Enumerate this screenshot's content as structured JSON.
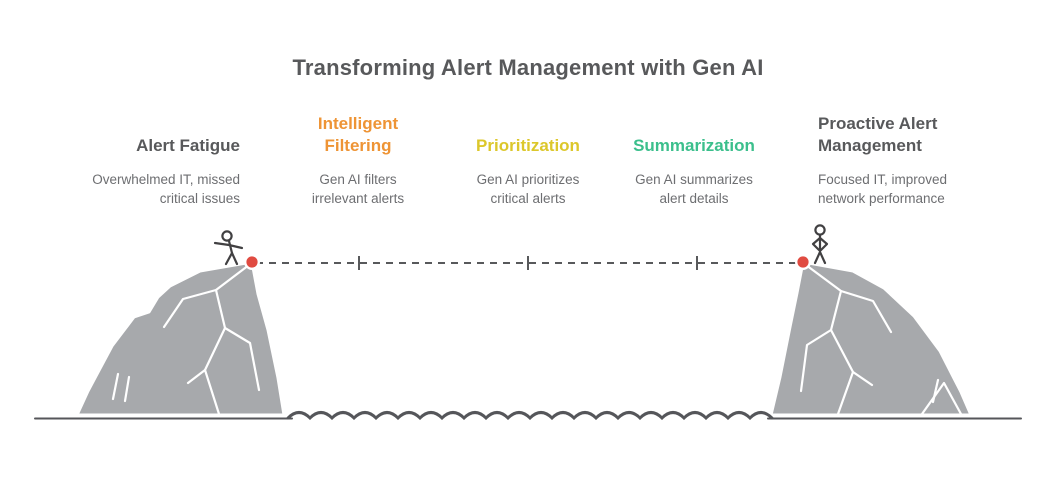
{
  "title": "Transforming Alert Management with Gen AI",
  "stages": [
    {
      "label": "Alert Fatigue",
      "description": "Overwhelmed IT, missed\ncritical issues"
    },
    {
      "label": "Intelligent\nFiltering",
      "description": "Gen AI filters\nirrelevant alerts"
    },
    {
      "label": "Prioritization",
      "description": "Gen AI prioritizes\ncritical alerts"
    },
    {
      "label": "Summarization",
      "description": "Gen AI summarizes\nalert details"
    },
    {
      "label": "Proactive Alert\nManagement",
      "description": "Focused IT, improved\nnetwork performance"
    }
  ],
  "icons": {
    "left_figure": "walking-stick-figure",
    "right_figure": "standing-stick-figure",
    "start_marker": "red-dot-marker",
    "end_marker": "red-dot-marker",
    "rope": "dashed-tightrope-line",
    "water": "wave-line",
    "left_cliff": "rocky-cliff",
    "right_cliff": "rocky-cliff"
  },
  "colors": {
    "background": "#ffffff",
    "title": "#58595b",
    "subtitle": "#6d6e71",
    "stage_filtering": "#ee9435",
    "stage_prioritization": "#dcc72b",
    "stage_summarization": "#3bbf8c",
    "mountain": "#a7a9ac",
    "mountain_outline": "#ffffff",
    "rope": "#58595b",
    "wave": "#55565a",
    "ground": "#55565a",
    "figure": "#414042",
    "marker": "#e04b41",
    "marker_ring": "#ffffff"
  }
}
